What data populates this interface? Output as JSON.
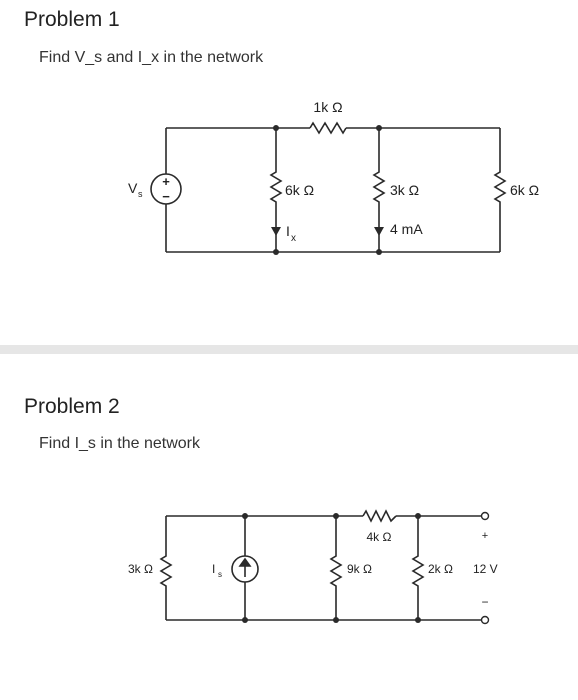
{
  "problem1": {
    "title": "Problem 1",
    "text": "Find V_s and I_x in the network",
    "circuit": {
      "r_top": "1k Ω",
      "r_left": "6k Ω",
      "r_mid": "3k Ω",
      "r_right": "6k Ω",
      "source_label": "V",
      "source_sub": "s",
      "source_plus": "+",
      "source_minus": "−",
      "current_ix": "I",
      "current_ix_sub": "x",
      "current_4ma": "4 mA"
    }
  },
  "problem2": {
    "title": "Problem 2",
    "text": "Find I_s in the network",
    "circuit": {
      "r_left": "3k Ω",
      "source_label": "I",
      "source_sub": "s",
      "r_9k": "9k Ω",
      "r_4k": "4k Ω",
      "r_2k": "2k Ω",
      "v_out": "12 V",
      "plus": "+",
      "minus": "−"
    }
  }
}
